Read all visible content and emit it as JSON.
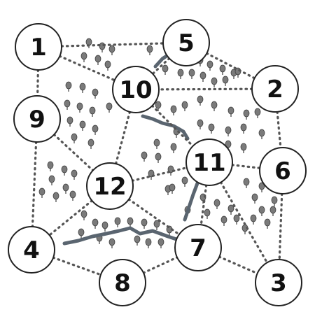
{
  "puzzle": {
    "nodes": [
      {
        "id": "node-1",
        "label": "1"
      },
      {
        "id": "node-2",
        "label": "2"
      },
      {
        "id": "node-3",
        "label": "3"
      },
      {
        "id": "node-4",
        "label": "4"
      },
      {
        "id": "node-5",
        "label": "5"
      },
      {
        "id": "node-6",
        "label": "6"
      },
      {
        "id": "node-7",
        "label": "7"
      },
      {
        "id": "node-8",
        "label": "8"
      },
      {
        "id": "node-9",
        "label": "9"
      },
      {
        "id": "node-10",
        "label": "10"
      },
      {
        "id": "node-11",
        "label": "11"
      },
      {
        "id": "node-12",
        "label": "12"
      }
    ],
    "edges": [
      [
        "1",
        "5"
      ],
      [
        "1",
        "9"
      ],
      [
        "1",
        "10"
      ],
      [
        "5",
        "2"
      ],
      [
        "5",
        "10"
      ],
      [
        "2",
        "10"
      ],
      [
        "2",
        "6"
      ],
      [
        "9",
        "4"
      ],
      [
        "9",
        "12"
      ],
      [
        "10",
        "11"
      ],
      [
        "10",
        "12"
      ],
      [
        "12",
        "11"
      ],
      [
        "12",
        "4"
      ],
      [
        "12",
        "7"
      ],
      [
        "11",
        "6"
      ],
      [
        "11",
        "7"
      ],
      [
        "11",
        "3"
      ],
      [
        "6",
        "3"
      ],
      [
        "4",
        "8"
      ],
      [
        "8",
        "7"
      ],
      [
        "7",
        "3"
      ]
    ],
    "colors": {
      "node_fill": "#ffffff",
      "line": "#555555",
      "river": "#5a6570",
      "tree": "#7a7a7a"
    }
  }
}
